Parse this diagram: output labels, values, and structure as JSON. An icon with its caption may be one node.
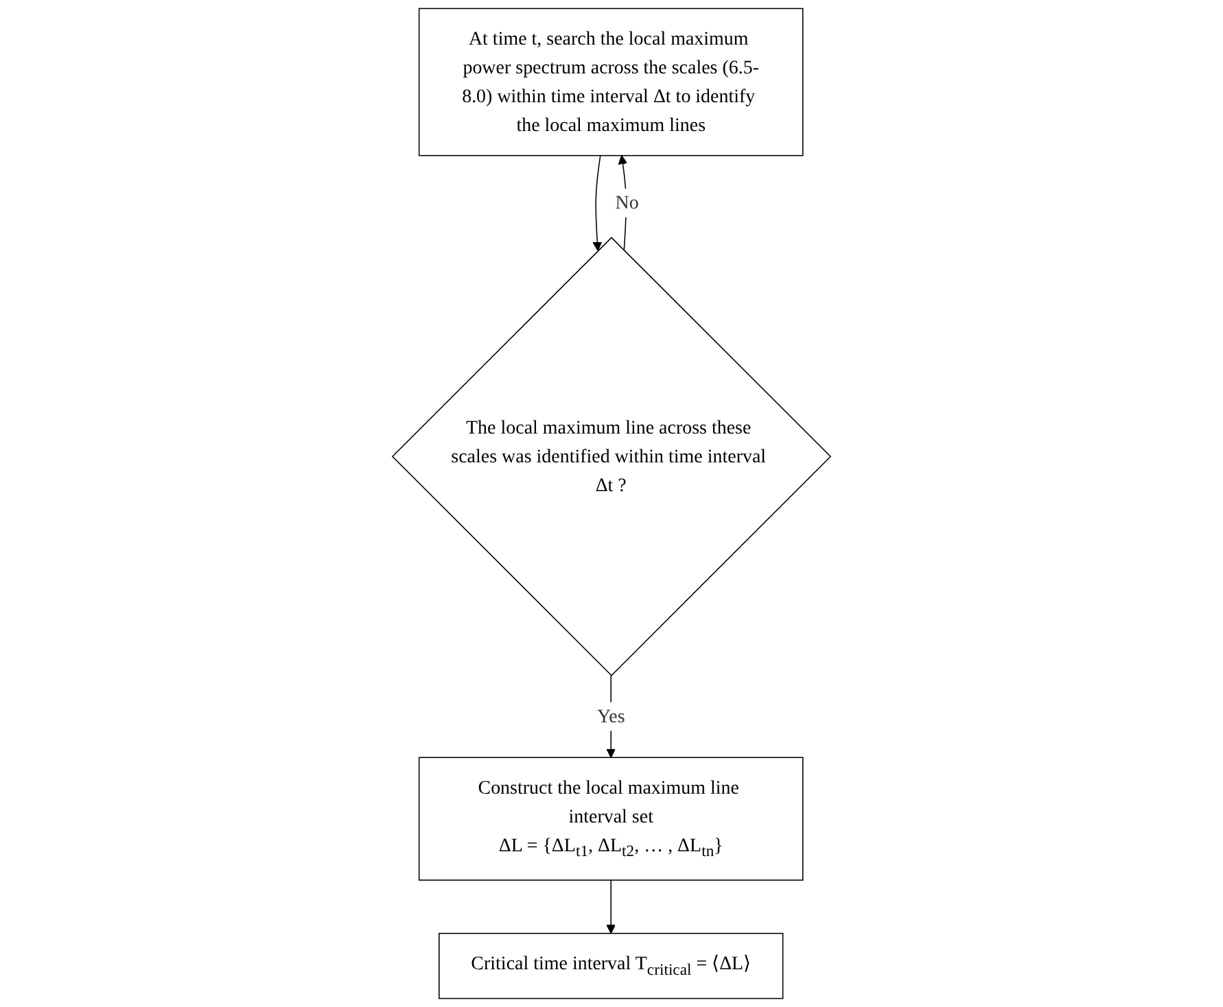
{
  "diagram": {
    "nodes": [
      {
        "text": [
          "At time t, search the local maximum power spectrum across the scales (6.5-8.0) within time interval Δt to identify the local maximum lines"
        ]
      },
      {
        "text": [
          "The local maximum line across these scales was identified within time interval Δt ?"
        ]
      },
      {
        "text": [
          "Construct the local maximum line interval set",
          "ΔL = {ΔL$_{t1}$, ΔL$_{t2}$, … , ΔL$_{tn}$}"
        ]
      },
      {
        "text": [
          "Critical time interval T$_{critical}$ = ⟨ΔL⟩"
        ]
      }
    ],
    "edges": [
      {
        "from": 0,
        "to": 1,
        "arrow": "to"
      },
      {
        "from": 1,
        "to": 0,
        "arrow": "to",
        "label": "No"
      },
      {
        "from": 1,
        "to": 2,
        "arrow": "to",
        "label": "Yes"
      },
      {
        "from": 2,
        "to": 3,
        "arrow": "to"
      }
    ]
  }
}
